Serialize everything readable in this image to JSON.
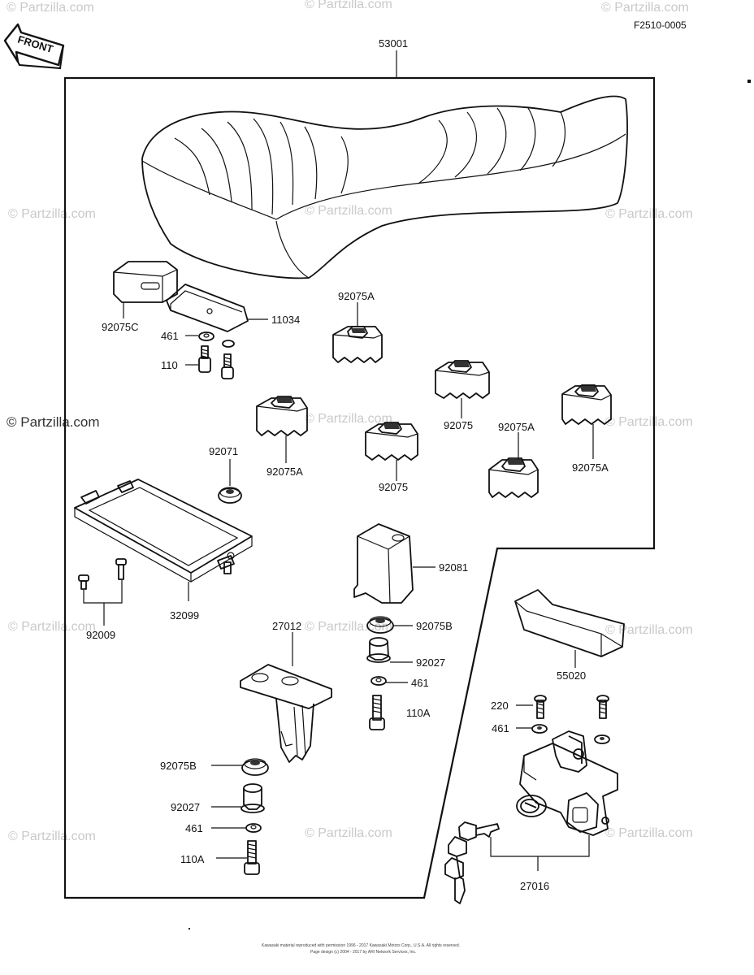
{
  "figure_code": "F2510-0005",
  "front_label": "FRONT",
  "watermark": "© Partzilla.com",
  "copyright_lines": [
    "Kawasaki material reproduced with permission 1996 - 2017  Kawasaki Motors Corp., U.S.A.  All rights reserved.",
    "Page design (c) 2004 - 2017 by ARI Network Services, Inc."
  ],
  "parts": {
    "p53001": "53001",
    "p92075C": "92075C",
    "p11034": "11034",
    "p461_a": "461",
    "p110": "110",
    "p92075A_1": "92075A",
    "p92075A_2": "92075A",
    "p92075A_3": "92075A",
    "p92075A_4": "92075A",
    "p92075_1": "92075",
    "p92075_2": "92075",
    "p92071": "92071",
    "p32099": "32099",
    "p92009": "92009",
    "p92081": "92081",
    "p92075B_1": "92075B",
    "p92027_1": "92027",
    "p461_b": "461",
    "p110A_1": "110A",
    "p27012": "27012",
    "p92075B_2": "92075B",
    "p92027_2": "92027",
    "p461_c": "461",
    "p110A_2": "110A",
    "p55020": "55020",
    "p220": "220",
    "p461_d": "461",
    "p27016": "27016"
  }
}
